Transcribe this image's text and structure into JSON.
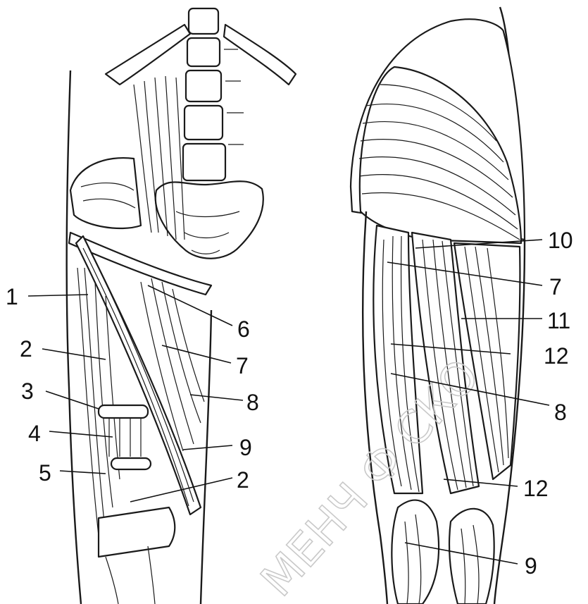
{
  "figure": {
    "left_labels": [
      "1",
      "2",
      "3",
      "4",
      "5",
      "6",
      "7",
      "8",
      "9",
      "2"
    ],
    "right_labels": [
      "10",
      "7",
      "11",
      "12",
      "8",
      "12",
      "9"
    ],
    "watermark": "МЕНЧ Ф СКО"
  }
}
